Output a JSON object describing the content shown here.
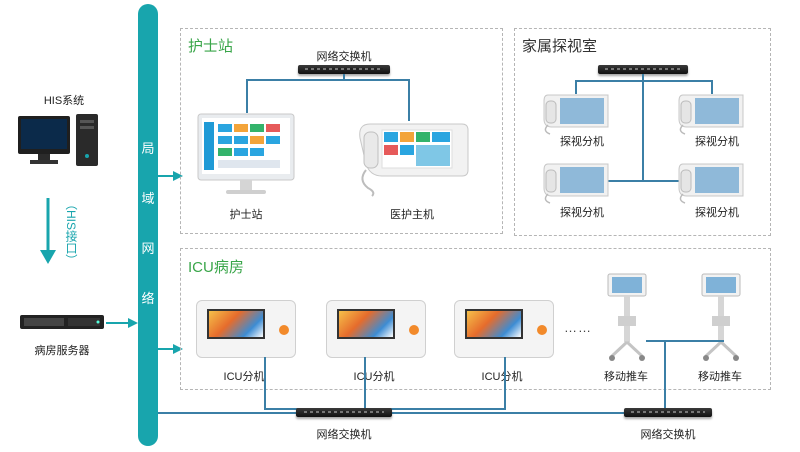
{
  "left": {
    "his_label": "HIS系统",
    "interface_label": "（HIS接口）",
    "server_label": "病房服务器"
  },
  "bus": {
    "chars": [
      "局",
      "域",
      "网",
      "络"
    ]
  },
  "nurse_station": {
    "title": "护士站",
    "switch_label": "网络交换机",
    "pc_label": "护士站",
    "host_label": "医护主机"
  },
  "family_room": {
    "title": "家属探视室",
    "terminal_labels": [
      "探视分机",
      "探视分机",
      "探视分机",
      "探视分机"
    ]
  },
  "icu": {
    "title": "ICU病房",
    "terminal_labels": [
      "ICU分机",
      "ICU分机",
      "ICU分机"
    ],
    "ellipsis": "……",
    "cart_labels": [
      "移动推车",
      "移动推车"
    ],
    "switch_labels": [
      "网络交换机",
      "网络交换机"
    ]
  },
  "colors": {
    "bus": "#18a5ad",
    "accent": "#3aa64a",
    "arrow": "#18a5ad",
    "wire": "#3b7fa6"
  }
}
